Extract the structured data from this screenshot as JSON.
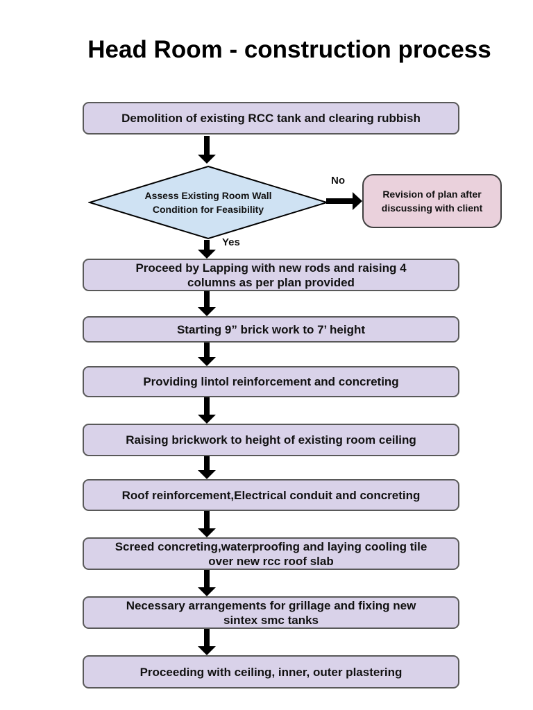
{
  "title": "Head Room - construction process",
  "colors": {
    "box_fill": "#d9d2e9",
    "box_border": "#595959",
    "decision_fill": "#cfe2f3",
    "decision_border": "#000000",
    "revision_fill": "#ead1dc",
    "revision_border": "#3f3f3f",
    "arrow": "#000000"
  },
  "decision": {
    "text": "Assess Existing Room Wall Condition for Feasibility",
    "yes": "Yes",
    "no": "No"
  },
  "revision": {
    "text": "Revision of plan after discussing with client"
  },
  "steps": [
    {
      "text": "Demolition of existing RCC tank and clearing rubbish"
    },
    {
      "text": "Proceed by Lapping with new rods and raising 4 columns as per plan provided"
    },
    {
      "text": "Starting 9” brick work to 7’ height"
    },
    {
      "text": "Providing lintol reinforcement and concreting"
    },
    {
      "text": "Raising brickwork to height of existing room ceiling"
    },
    {
      "text": "Roof reinforcement,Electrical conduit and concreting"
    },
    {
      "text": "Screed concreting,waterproofing and laying cooling tile over new rcc roof slab"
    },
    {
      "text": "Necessary arrangements for grillage and fixing new sintex smc tanks"
    },
    {
      "text": "Proceeding with ceiling, inner, outer plastering"
    }
  ]
}
